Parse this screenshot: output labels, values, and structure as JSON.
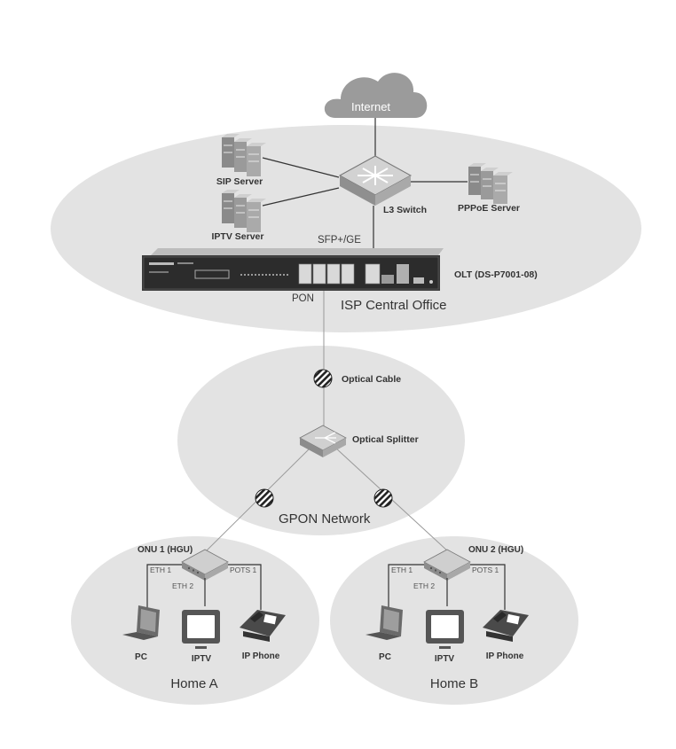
{
  "zones": {
    "isp": "ISP Central Office",
    "gpon": "GPON Network",
    "home_a": "Home A",
    "home_b": "Home B"
  },
  "cloud": {
    "label": "Internet"
  },
  "core": {
    "switch": "L3 Switch",
    "sip": "SIP Server",
    "iptv_server": "IPTV Server",
    "pppoe": "PPPoE Server",
    "olt": "OLT (DS-P7001-08)",
    "sfp": "SFP+/GE",
    "pon": "PON"
  },
  "gpon": {
    "cable": "Optical Cable",
    "splitter": "Optical Splitter"
  },
  "home_a": {
    "onu": "ONU 1 (HGU)",
    "eth1": "ETH 1",
    "eth2": "ETH 2",
    "pots": "POTS 1",
    "pc": "PC",
    "iptv": "IPTV",
    "phone": "IP Phone"
  },
  "home_b": {
    "onu": "ONU 2 (HGU)",
    "eth1": "ETH 1",
    "eth2": "ETH 2",
    "pots": "POTS 1",
    "pc": "PC",
    "iptv": "IPTV",
    "phone": "IP Phone"
  },
  "colors": {
    "zone": "#e3e3e3",
    "device_top": "#cfcfcf",
    "device_side": "#8e8e8e",
    "line": "#333333",
    "fiber": "#a0a0a0"
  }
}
